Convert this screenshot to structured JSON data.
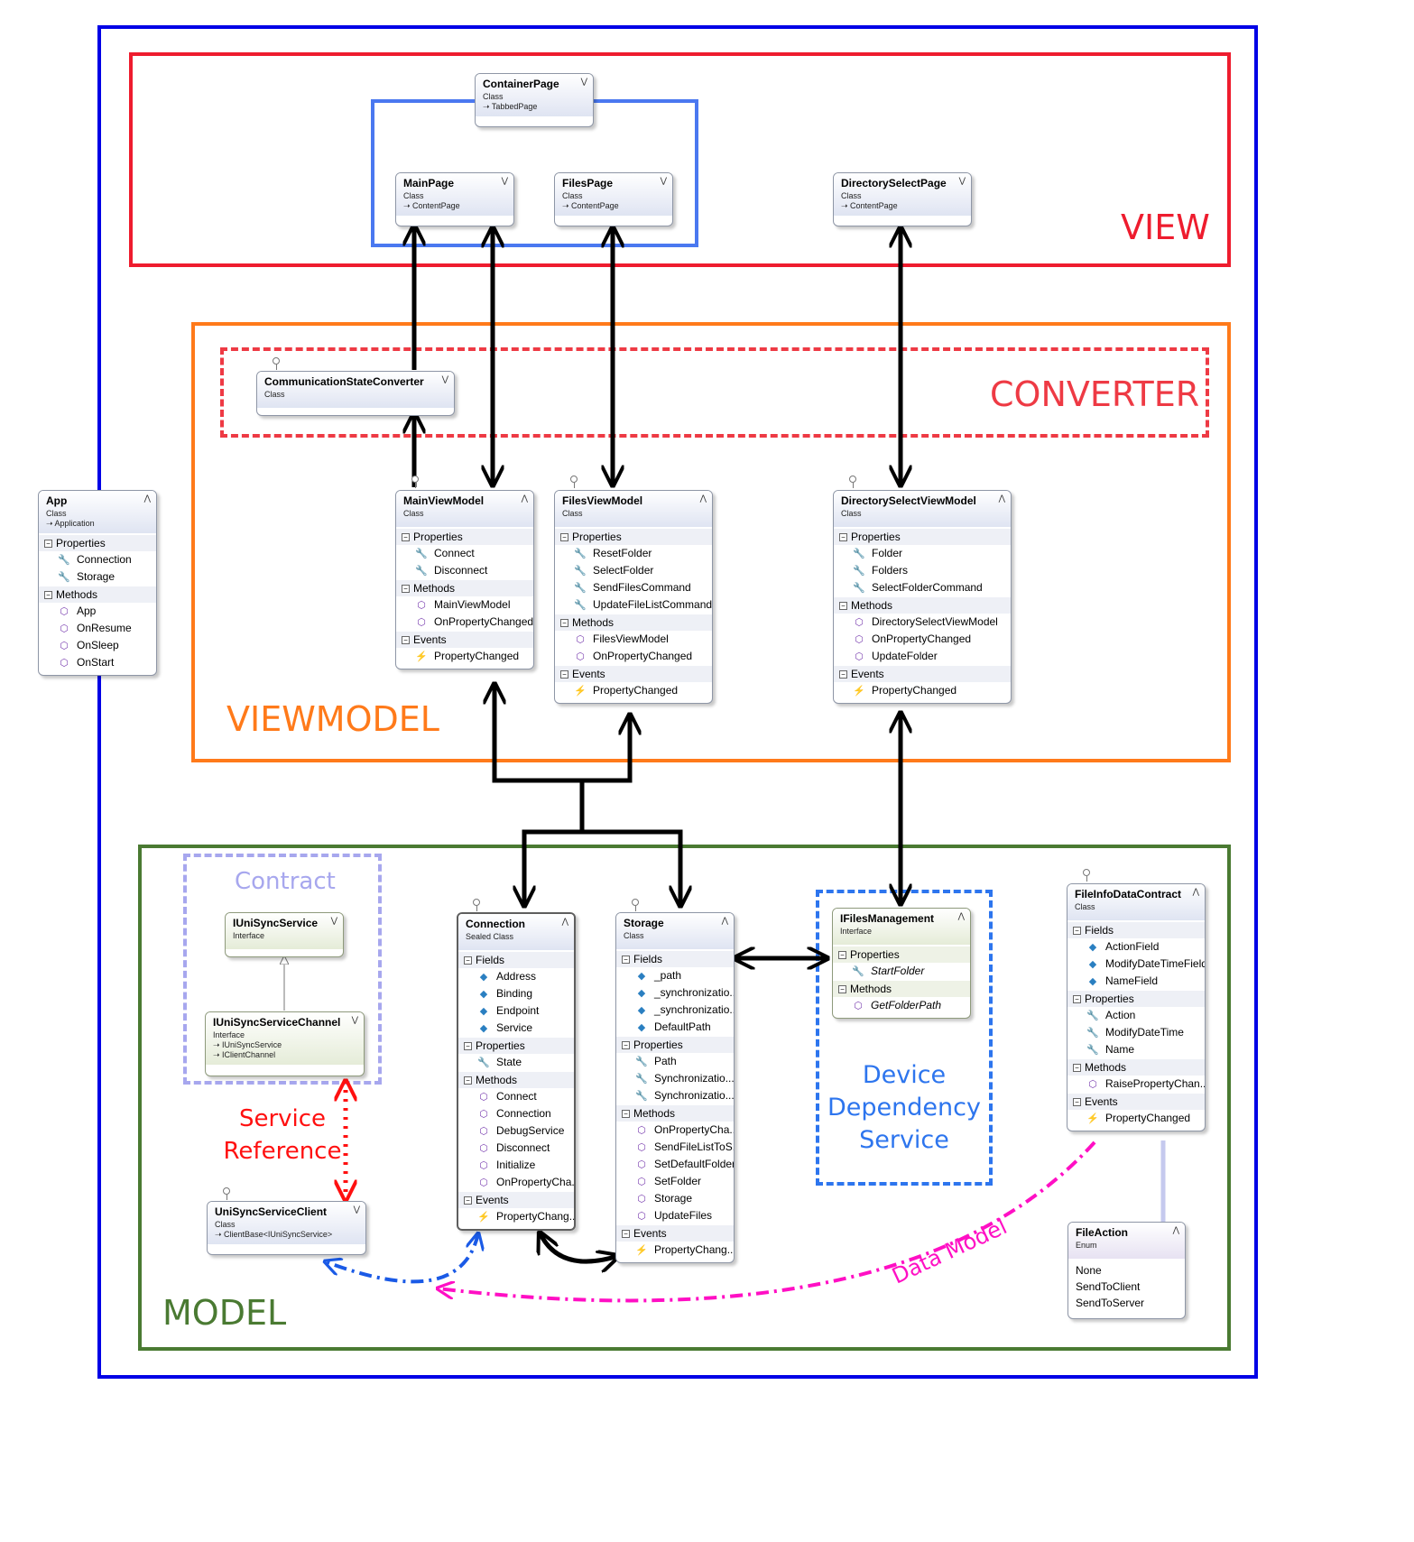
{
  "regions": {
    "view": "VIEW",
    "converter": "CONVERTER",
    "viewmodel": "VIEWMODEL",
    "model": "MODEL",
    "contract": "Contract",
    "device_dependency_service": "Device\nDependency\nService"
  },
  "annotations": {
    "service_reference": "Service\nReference",
    "data_model": "Data Model"
  },
  "colors": {
    "outer_frame": "#0000e6",
    "view": "#ee1c2e",
    "tabbed_group": "#4a78f0",
    "viewmodel": "#ff7a1a",
    "converter": "#ee3a44",
    "model": "#4a7a32",
    "contract": "#a7a7ee",
    "device_dependency_service": "#2d75ee",
    "service_reference_arrow": "#ff1010",
    "service_client_arrow": "#1a5ae6",
    "data_model_arrow": "#ff0fc4"
  },
  "classes": {
    "container_page": {
      "name": "ContainerPage",
      "kind": "Class",
      "base": "TabbedPage",
      "icon": "chevron-down-icon"
    },
    "main_page": {
      "name": "MainPage",
      "kind": "Class",
      "base": "ContentPage",
      "icon": "chevron-down-icon"
    },
    "files_page": {
      "name": "FilesPage",
      "kind": "Class",
      "base": "ContentPage",
      "icon": "chevron-down-icon"
    },
    "directory_select_page": {
      "name": "DirectorySelectPage",
      "kind": "Class",
      "base": "ContentPage",
      "icon": "chevron-down-icon"
    },
    "communication_state_converter": {
      "name": "CommunicationStateConverter",
      "kind": "Class",
      "icon": "chevron-down-icon"
    },
    "app": {
      "name": "App",
      "kind": "Class",
      "base": "Application",
      "icon": "chevron-up-icon",
      "sections": [
        {
          "title": "Properties",
          "members": [
            "Connection",
            "Storage"
          ]
        },
        {
          "title": "Methods",
          "members": [
            "App",
            "OnResume",
            "OnSleep",
            "OnStart"
          ]
        }
      ]
    },
    "main_view_model": {
      "name": "MainViewModel",
      "kind": "Class",
      "icon": "chevron-up-icon",
      "sections": [
        {
          "title": "Properties",
          "members": [
            "Connect",
            "Disconnect"
          ]
        },
        {
          "title": "Methods",
          "members": [
            "MainViewModel",
            "OnPropertyChanged"
          ]
        },
        {
          "title": "Events",
          "members": [
            "PropertyChanged"
          ]
        }
      ]
    },
    "files_view_model": {
      "name": "FilesViewModel",
      "kind": "Class",
      "icon": "chevron-up-icon",
      "sections": [
        {
          "title": "Properties",
          "members": [
            "ResetFolder",
            "SelectFolder",
            "SendFilesCommand",
            "UpdateFileListCommand"
          ]
        },
        {
          "title": "Methods",
          "members": [
            "FilesViewModel",
            "OnPropertyChanged"
          ]
        },
        {
          "title": "Events",
          "members": [
            "PropertyChanged"
          ]
        }
      ]
    },
    "directory_select_view_model": {
      "name": "DirectorySelectViewModel",
      "kind": "Class",
      "icon": "chevron-up-icon",
      "sections": [
        {
          "title": "Properties",
          "members": [
            "Folder",
            "Folders",
            "SelectFolderCommand"
          ]
        },
        {
          "title": "Methods",
          "members": [
            "DirectorySelectViewModel",
            "OnPropertyChanged",
            "UpdateFolder"
          ]
        },
        {
          "title": "Events",
          "members": [
            "PropertyChanged"
          ]
        }
      ]
    },
    "iunisync_service": {
      "name": "IUniSyncService",
      "kind": "Interface",
      "icon": "chevron-down-icon"
    },
    "iunisync_service_channel": {
      "name": "IUniSyncServiceChannel",
      "kind": "Interface",
      "bases": [
        "IUniSyncService",
        "IClientChannel"
      ],
      "icon": "chevron-down-icon"
    },
    "unisync_service_client": {
      "name": "UniSyncServiceClient",
      "kind": "Class",
      "base": "ClientBase<IUniSyncService>",
      "icon": "chevron-down-icon"
    },
    "connection": {
      "name": "Connection",
      "kind": "Sealed Class",
      "icon": "chevron-up-icon",
      "sections": [
        {
          "title": "Fields",
          "members": [
            "Address",
            "Binding",
            "Endpoint",
            "Service"
          ]
        },
        {
          "title": "Properties",
          "members": [
            "State"
          ]
        },
        {
          "title": "Methods",
          "members": [
            "Connect",
            "Connection",
            "DebugService",
            "Disconnect",
            "Initialize",
            "OnPropertyCha..."
          ]
        },
        {
          "title": "Events",
          "members": [
            "PropertyChang..."
          ]
        }
      ]
    },
    "storage": {
      "name": "Storage",
      "kind": "Class",
      "icon": "chevron-up-icon",
      "sections": [
        {
          "title": "Fields",
          "members": [
            "_path",
            "_synchronizatio...",
            "_synchronizatio...",
            "DefaultPath"
          ]
        },
        {
          "title": "Properties",
          "members": [
            "Path",
            "Synchronizatio...",
            "Synchronizatio..."
          ]
        },
        {
          "title": "Methods",
          "members": [
            "OnPropertyCha...",
            "SendFileListToS...",
            "SetDefaultFolder",
            "SetFolder",
            "Storage",
            "UpdateFiles"
          ]
        },
        {
          "title": "Events",
          "members": [
            "PropertyChang..."
          ]
        }
      ]
    },
    "ifiles_management": {
      "name": "IFilesManagement",
      "kind": "Interface",
      "icon": "chevron-up-icon",
      "sections": [
        {
          "title": "Properties",
          "members": [
            "StartFolder"
          ]
        },
        {
          "title": "Methods",
          "members": [
            "GetFolderPath"
          ]
        }
      ]
    },
    "file_info_data_contract": {
      "name": "FileInfoDataContract",
      "kind": "Class",
      "icon": "chevron-up-icon",
      "sections": [
        {
          "title": "Fields",
          "members": [
            "ActionField",
            "ModifyDateTimeField",
            "NameField"
          ]
        },
        {
          "title": "Properties",
          "members": [
            "Action",
            "ModifyDateTime",
            "Name"
          ]
        },
        {
          "title": "Methods",
          "members": [
            "RaisePropertyChan..."
          ]
        },
        {
          "title": "Events",
          "members": [
            "PropertyChanged"
          ]
        }
      ]
    },
    "file_action": {
      "name": "FileAction",
      "kind": "Enum",
      "icon": "chevron-up-icon",
      "values": [
        "None",
        "SendToClient",
        "SendToServer"
      ]
    }
  }
}
